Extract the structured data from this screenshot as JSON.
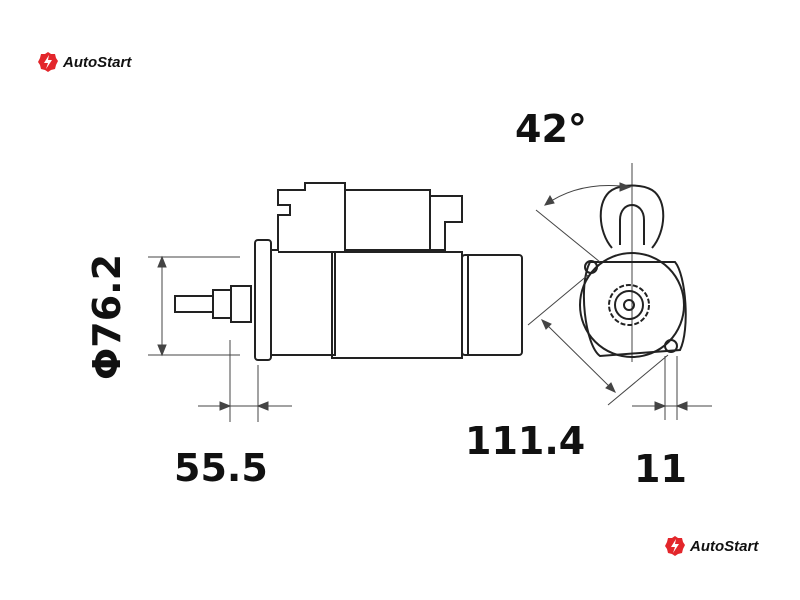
{
  "brand": {
    "name": "AutoStart",
    "color": "#e3262b"
  },
  "dimensions": {
    "diameter": "Φ76.2",
    "angle": "42°",
    "length_front": "55.5",
    "bolt_distance": "111.4",
    "flange_offset": "11"
  }
}
